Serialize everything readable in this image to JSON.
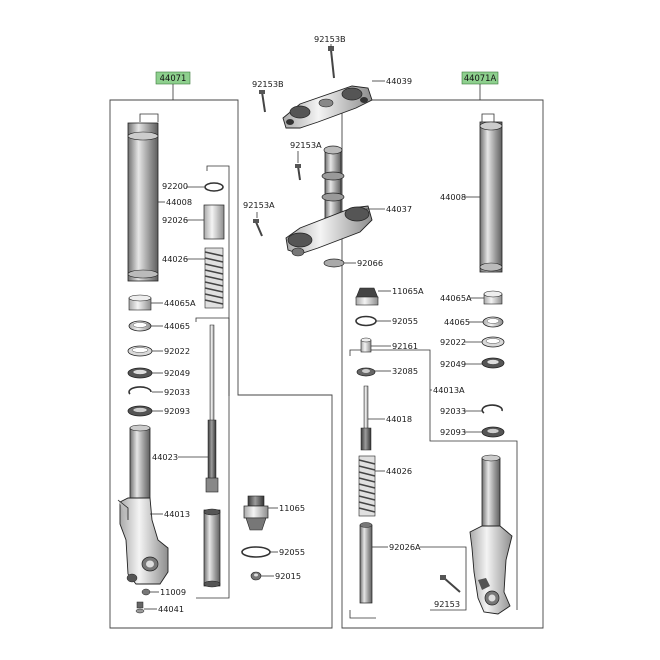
{
  "reference_labels": {
    "left": "44071",
    "right": "44071A"
  },
  "colors": {
    "reference_box": "#8ed08e",
    "metal_dark": "#7a7a7a",
    "metal_light": "#d9d9d9",
    "line": "#333333"
  },
  "labels": {
    "bolt_top": "92153B",
    "bolt_upper_left": "92153B",
    "upper_bracket": "44039",
    "bolt_under_bracket": "92153A",
    "bolt_lower_left": "92153A",
    "lower_bracket": "44037",
    "seal_ring": "92066",
    "l_ring_top": "92200",
    "l_outer_tube": "44008",
    "l_spacer": "92026",
    "l_spring": "44026",
    "l_bushing_a": "44065A",
    "l_bushing": "44065",
    "l_washer": "92022",
    "l_oil_seal": "92049",
    "l_snap_ring": "92033",
    "l_dust_seal": "92093",
    "l_damper_rod": "44023",
    "l_inner_tube": "44013",
    "l_cap_bolt": "11065",
    "l_o_ring": "92055",
    "l_nut": "92015",
    "l_bleed": "11009",
    "l_drain": "44041",
    "r_outer_tube": "44008",
    "r_cap": "11065A",
    "r_o_ring": "92055",
    "r_collar": "92161",
    "r_piston": "32085",
    "r_cartridge": "44013A",
    "r_rod": "44018",
    "r_spring": "44026",
    "r_spacer": "92026A",
    "r_bushing_a": "44065A",
    "r_bushing": "44065",
    "r_washer": "92022",
    "r_oil_seal": "92049",
    "r_snap_ring": "92033",
    "r_dust_seal": "92093",
    "r_axle_bolt": "92153"
  }
}
